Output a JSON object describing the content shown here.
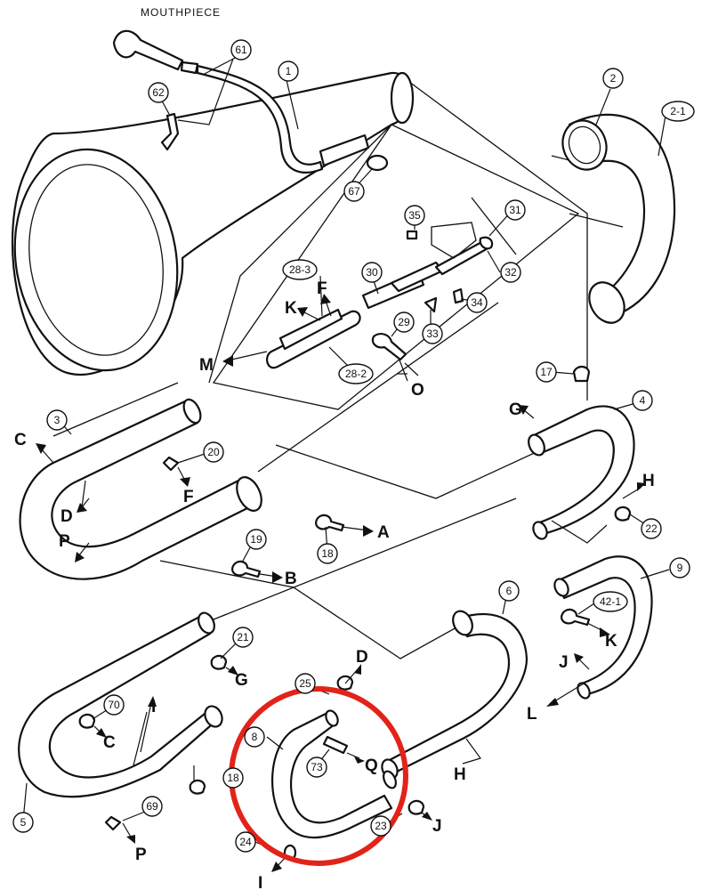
{
  "caption": "MOUTHPIECE",
  "highlight_color": "#e2231a",
  "part_numbers": {
    "p1": "1",
    "p2": "2",
    "p2_1": "2-1",
    "p3": "3",
    "p4": "4",
    "p5": "5",
    "p6": "6",
    "p8": "8",
    "p9": "9",
    "p17": "17",
    "p18a": "18",
    "p18b": "18",
    "p19": "19",
    "p20": "20",
    "p21": "21",
    "p22": "22",
    "p23": "23",
    "p24": "24",
    "p25": "25",
    "p28_2": "28-2",
    "p28_3": "28-3",
    "p29": "29",
    "p30": "30",
    "p31": "31",
    "p32": "32",
    "p33": "33",
    "p34": "34",
    "p35": "35",
    "p42_1": "42-1",
    "p61": "61",
    "p62": "62",
    "p67": "67",
    "p69": "69",
    "p70": "70",
    "p73": "73"
  },
  "connection_letters": {
    "m": "M",
    "k_top": "K",
    "f_top": "F",
    "o": "O",
    "g_top": "G",
    "c_left": "C",
    "f_mid": "F",
    "d_left": "D",
    "p_left": "P",
    "a": "A",
    "b": "B",
    "h_top": "H",
    "g_low": "G",
    "c_low": "C",
    "i_mid": "I",
    "p_low": "P",
    "d_low": "D",
    "q": "Q",
    "j_low": "J",
    "i_low": "I",
    "h_low": "H",
    "k_right": "K",
    "j_right": "J",
    "l": "L"
  }
}
